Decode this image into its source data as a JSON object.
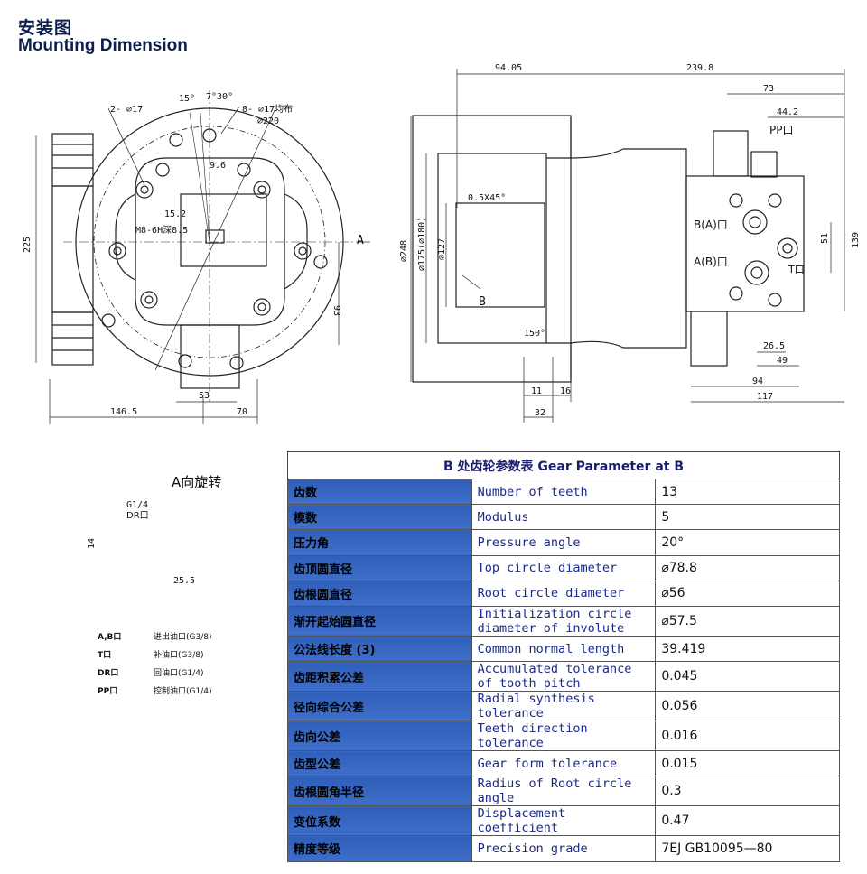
{
  "header": {
    "title_cn": "安装图",
    "title_en": "Mounting Dimension"
  },
  "front_view": {
    "labels": {
      "holes_2": "2- ⌀17",
      "holes_8": "8- ⌀17均布",
      "dia_220": "⌀220",
      "angle_15": "15°",
      "angle_7": "7°30°",
      "dim_9_6": "9.6",
      "dim_15_2": "15.2",
      "thread": "M8-6H深8.5",
      "dim_225": "225",
      "dim_93": "93",
      "dim_53": "53",
      "dim_146_5": "146.5",
      "dim_70": "70",
      "arrow_a": "A"
    }
  },
  "side_view": {
    "labels": {
      "dim_94_05": "94.05",
      "dim_239_8": "239.8",
      "dim_73": "73",
      "dim_44_2": "44.2",
      "port_pp": "PP口",
      "chamfer": "0.5X45°",
      "dia_248": "⌀248",
      "dia_175": "⌀175(⌀180)",
      "dia_127": "⌀127",
      "port_b": "B(A)口",
      "port_a": "A(B)口",
      "port_t": "T口",
      "dim_51": "51",
      "dim_139": "139",
      "letter_b": "B",
      "angle_150": "150°",
      "dim_26_5": "26.5",
      "dim_49": "49",
      "dim_94": "94",
      "dim_117": "117",
      "dim_11": "11",
      "dim_16": "16",
      "dim_32": "32"
    }
  },
  "rotation_view": {
    "title": "A向旋转",
    "labels": {
      "port_g": "G1/4",
      "port_dr": "DR口",
      "dim_14": "14",
      "dim_25_5": "25.5"
    }
  },
  "legend": [
    {
      "code": "A,B口",
      "desc": "进出油口(G3/8)"
    },
    {
      "code": "T口",
      "desc": "补油口(G3/8)"
    },
    {
      "code": "DR口",
      "desc": "回油口(G1/4)"
    },
    {
      "code": "PP口",
      "desc": "控制油口(G1/4)"
    }
  ],
  "gear_table": {
    "title": "B 处齿轮参数表  Gear Parameter at B",
    "rows": [
      {
        "cn": "齿数",
        "en": "Number of teeth",
        "val": "13"
      },
      {
        "cn": "模数",
        "en": "Modulus",
        "val": "5"
      },
      {
        "cn": "压力角",
        "en": "Pressure angle",
        "val": "20°"
      },
      {
        "cn": "齿顶圆直径",
        "en": "Top circle diameter",
        "val": "⌀78.8"
      },
      {
        "cn": "齿根圆直径",
        "en": "Root circle diameter",
        "val": "⌀56"
      },
      {
        "cn": "渐开起始圆直径",
        "en": "Initialization circle diameter of involute",
        "val": "⌀57.5"
      },
      {
        "cn": "公法线长度 (3)",
        "en": "Common normal length",
        "val": "39.419"
      },
      {
        "cn": "齿距积累公差",
        "en": "Accumulated tolerance of tooth pitch",
        "val": "0.045"
      },
      {
        "cn": "径向综合公差",
        "en": "Radial synthesis tolerance",
        "val": "0.056"
      },
      {
        "cn": "齿向公差",
        "en": "Teeth direction tolerance",
        "val": "0.016"
      },
      {
        "cn": "齿型公差",
        "en": "Gear form tolerance",
        "val": "0.015"
      },
      {
        "cn": "齿根圆角半径",
        "en": "Radius of Root circle angle",
        "val": "0.3"
      },
      {
        "cn": "变位系数",
        "en": "Displacement coefficient",
        "val": "0.47"
      },
      {
        "cn": "精度等级",
        "en": "Precision grade",
        "val": "7EJ GB10095—80"
      }
    ]
  }
}
